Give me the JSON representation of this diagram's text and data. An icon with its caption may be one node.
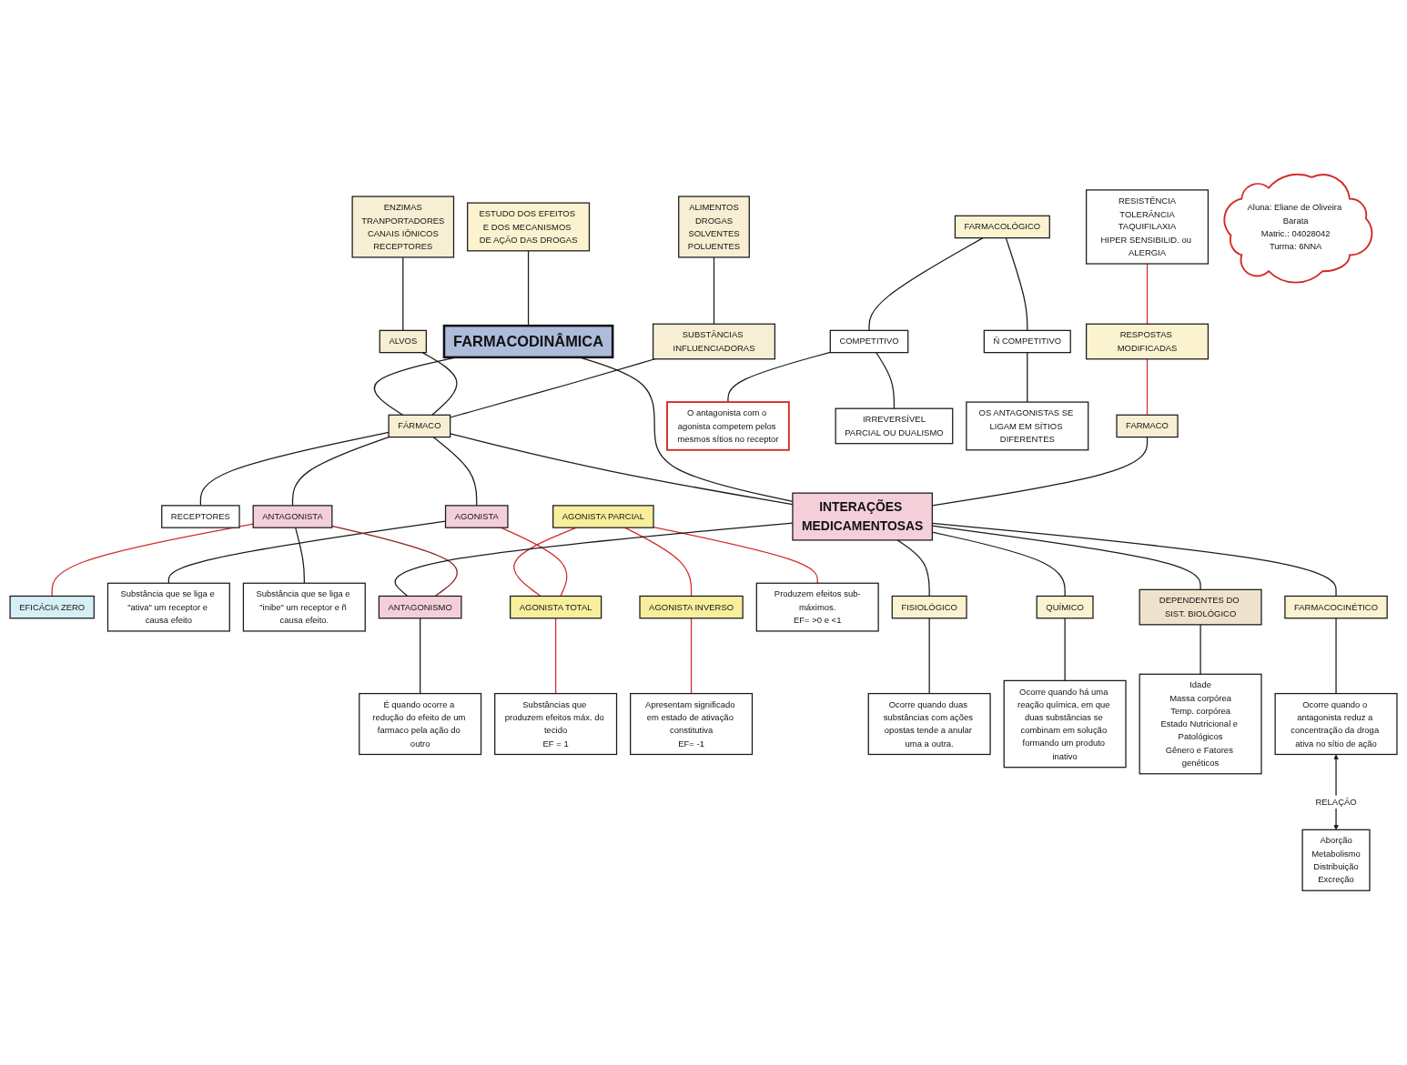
{
  "diagram": {
    "nodes": [
      {
        "text": [
          "SUBSTÂNCIAS INFLUENCIADORAS"
        ]
      },
      {
        "text": [
          "ALIMENTOS",
          "DROGAS",
          "SOLVENTES",
          "POLUENTES"
        ]
      },
      {
        "text": [
          "ESTUDO DOS EFEITOS E DOS MECANISMOS DE AÇÃO DAS DROGAS"
        ]
      },
      {
        "text": [
          "RESPOSTAS MODIFICADAS"
        ]
      },
      {
        "text": [
          "RESISTÊNCIA",
          "TOLERÂNCIA",
          "TAQUIFILAXIA",
          "HIPER SENSIBILID. ou ALERGIA"
        ]
      },
      {
        "text": [
          "ENZIMAS",
          "TRANPORTADORES",
          "CANAIS IÔNICOS",
          "RECEPTORES"
        ]
      },
      {
        "text": [
          "ALVOS"
        ]
      },
      {
        "text": [
          "FÁRMACO"
        ]
      },
      {
        "text": [
          "FARMACO"
        ]
      },
      {
        "text": [
          "FARMACODINÂMICA"
        ]
      },
      {
        "text": [
          "RECEPTORES"
        ]
      },
      {
        "text": [
          "INTERAÇÕES MEDICAMENTOSAS"
        ]
      },
      {
        "text": [
          "AGONISTA"
        ]
      },
      {
        "text": [
          "ANTAGONISTA"
        ]
      },
      {
        "text": [
          "EFICÁCIA ZERO"
        ]
      },
      {
        "text": [
          "Substância que se liga e \"ativa\" um receptor e causa efeito"
        ]
      },
      {
        "text": [
          "Substância que se liga e \"inibe\" um receptor e ñ causa efeito."
        ]
      },
      {
        "text": [
          "ANTAGONISMO"
        ]
      },
      {
        "text": [
          "É quando ocorre a redução do efeito de um farmaco pela ação do outro"
        ]
      },
      {
        "text": [
          "AGONISTA TOTAL"
        ]
      },
      {
        "text": [
          "AGONISTA PARCIAL"
        ]
      },
      {
        "text": [
          "AGONISTA INVERSO"
        ]
      },
      {
        "text": [
          "Substâncias que produzem efeitos máx. do tecido",
          "EF = 1"
        ]
      },
      {
        "text": [
          "Produzem efeitos sub-máximos.",
          "EF= >0 e <1"
        ]
      },
      {
        "text": [
          "Apresentam significado em estado de ativação constitutiva",
          "EF= -1"
        ]
      },
      {
        "text": [
          "COMPETITIVO"
        ]
      },
      {
        "text": [
          "FARMACOLÓGICO"
        ]
      },
      {
        "text": [
          "O antagonista com o agonista competem pelos mesmos sítios no receptor"
        ]
      },
      {
        "text": [
          "Ñ COMPETITIVO"
        ]
      },
      {
        "text": [
          "IRREVERSÍVEL",
          "PARCIAL OU DUALISMO"
        ]
      },
      {
        "text": [
          "OS ANTAGONISTAS SE LIGAM EM SÍTIOS DIFERENTES"
        ]
      },
      {
        "text": [
          "FISIOLÓGICO"
        ]
      },
      {
        "text": [
          "Ocorre quando duas substâncias com ações opostas tende a anular uma a outra."
        ]
      },
      {
        "text": [
          "QUÍMICO"
        ]
      },
      {
        "text": [
          "FARMACOCINÉTICO"
        ]
      },
      {
        "text": [
          "Ocorre quando há uma reação química, em que duas substâncias se combinam em solução formando um produto inativo"
        ]
      },
      {
        "text": [
          "DEPENDENTES DO SIST. BIOLÓGICO"
        ]
      },
      {
        "text": [
          "Idade",
          "Massa corpórea",
          "Temp. corpórea",
          "Estado Nutricional e Patológicos",
          "Gênero e Fatores genéticos"
        ]
      },
      {
        "text": [
          "Aluna: Eliane de Oliveira Barata",
          "Matric.: 04028042",
          "Turma: 6NNA"
        ]
      },
      {
        "text": [
          "Ocorre quando o antagonista reduz a concentração da droga ativa no sítio de ação"
        ]
      },
      {
        "text": [
          "Aborção",
          "Metabolismo",
          "Distribuição",
          "Excreção"
        ]
      }
    ],
    "edges": [
      {
        "from": 1,
        "to": 0,
        "arrow": "none"
      },
      {
        "from": 0,
        "to": 7,
        "arrow": "none"
      },
      {
        "from": 5,
        "to": 6,
        "arrow": "none"
      },
      {
        "from": 6,
        "to": 7,
        "arrow": "none"
      },
      {
        "from": 2,
        "to": 9,
        "arrow": "none"
      },
      {
        "from": 9,
        "to": 7,
        "arrow": "none"
      },
      {
        "from": 4,
        "to": 3,
        "arrow": "none",
        "color": "#d42a2a"
      },
      {
        "from": 3,
        "to": 8,
        "arrow": "none",
        "color": "#d42a2a"
      },
      {
        "from": 8,
        "to": 11,
        "arrow": "none"
      },
      {
        "from": 9,
        "to": 11,
        "arrow": "none"
      },
      {
        "from": 7,
        "to": 11,
        "arrow": "none"
      },
      {
        "from": 7,
        "to": 10,
        "arrow": "none"
      },
      {
        "from": 7,
        "to": 12,
        "arrow": "none"
      },
      {
        "from": 7,
        "to": 13,
        "arrow": "none"
      },
      {
        "from": 12,
        "to": 15,
        "arrow": "none"
      },
      {
        "from": 13,
        "to": 16,
        "arrow": "none"
      },
      {
        "from": 13,
        "to": 14,
        "arrow": "none",
        "color": "#d42a2a"
      },
      {
        "from": 13,
        "to": 17,
        "arrow": "none",
        "color": "#8b2020"
      },
      {
        "from": 17,
        "to": 18,
        "arrow": "none"
      },
      {
        "from": 12,
        "to": 19,
        "arrow": "none",
        "color": "#d42a2a"
      },
      {
        "from": 20,
        "to": 19,
        "arrow": "none",
        "color": "#d42a2a"
      },
      {
        "from": 20,
        "to": 21,
        "arrow": "none",
        "color": "#d42a2a"
      },
      {
        "from": 19,
        "to": 22,
        "arrow": "none",
        "color": "#d42a2a"
      },
      {
        "from": 20,
        "to": 23,
        "arrow": "none",
        "color": "#d42a2a"
      },
      {
        "from": 21,
        "to": 24,
        "arrow": "none",
        "color": "#d42a2a"
      },
      {
        "from": 11,
        "to": 17,
        "arrow": "none"
      },
      {
        "from": 11,
        "to": 31,
        "arrow": "none"
      },
      {
        "from": 11,
        "to": 33,
        "arrow": "none"
      },
      {
        "from": 11,
        "to": 34,
        "arrow": "none"
      },
      {
        "from": 11,
        "to": 36,
        "arrow": "none"
      },
      {
        "from": 26,
        "to": 25,
        "arrow": "none"
      },
      {
        "from": 26,
        "to": 28,
        "arrow": "none"
      },
      {
        "from": 25,
        "to": 27,
        "arrow": "none"
      },
      {
        "from": 25,
        "to": 29,
        "arrow": "none"
      },
      {
        "from": 28,
        "to": 30,
        "arrow": "none"
      },
      {
        "from": 31,
        "to": 32,
        "arrow": "none"
      },
      {
        "from": 33,
        "to": 35,
        "arrow": "none"
      },
      {
        "from": 34,
        "to": 39,
        "arrow": "none"
      },
      {
        "from": 36,
        "to": 37,
        "arrow": "none"
      },
      {
        "from": 39,
        "to": 40,
        "arrow": "both",
        "label": "RELAÇÃO"
      }
    ]
  }
}
